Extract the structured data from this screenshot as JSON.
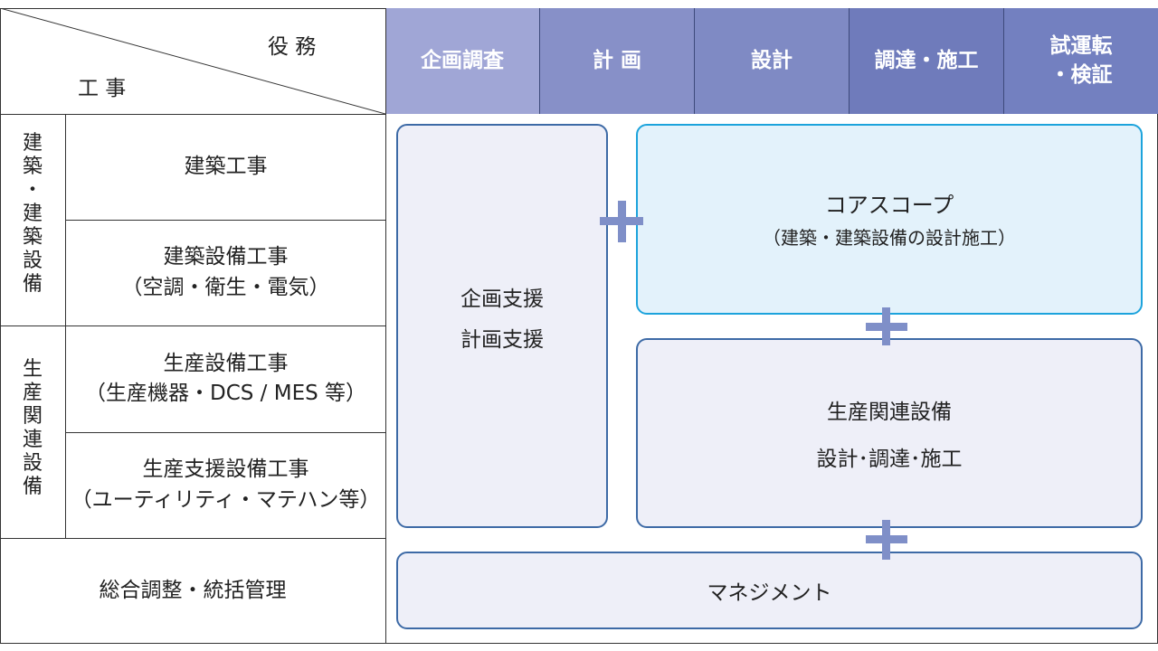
{
  "corner": {
    "role_label": "役 務",
    "work_label": "工 事"
  },
  "columns": [
    {
      "label": "企画調査",
      "color": "#a0a6d6"
    },
    {
      "label": "計 画",
      "color": "#8790c8"
    },
    {
      "label": "設計",
      "color": "#7f8ac4"
    },
    {
      "label": "調達・施工",
      "color": "#6f7bbb"
    },
    {
      "label": "試運転\n・検証",
      "color": "#7380c0"
    }
  ],
  "groups": {
    "kenchiku": {
      "label": "建築・建築設備",
      "chars": [
        "建",
        "築",
        "・",
        "建",
        "築",
        "設",
        "備"
      ]
    },
    "seisan": {
      "label": "生産関連設備",
      "chars": [
        "生",
        "産",
        "関",
        "連",
        "設",
        "備"
      ]
    }
  },
  "rows": [
    {
      "label": "建築工事"
    },
    {
      "label": "建築設備工事\n（空調・衛生・電気）"
    },
    {
      "label": "生産設備工事\n（生産機器・DCS / MES 等）"
    },
    {
      "label": "生産支援設備工事\n（ユーティリティ・マテハン等）"
    },
    {
      "label": "総合調整・統括管理"
    }
  ],
  "boxes": {
    "planning": {
      "line1": "企画支援",
      "line2": "計画支援"
    },
    "core": {
      "title": "コアスコープ",
      "subtitle": "（建築・建築設備の設計施工）"
    },
    "production": {
      "title": "生産関連設備",
      "subtitle": "設計･調達･施工"
    },
    "management": {
      "title": "マネジメント"
    }
  },
  "colors": {
    "box_border": "#3d6aa6",
    "core_border": "#1ca3dc",
    "core_fill": "#e3f2fb",
    "box_fill": "#eeeff8",
    "plus": "#7f8fc8"
  }
}
